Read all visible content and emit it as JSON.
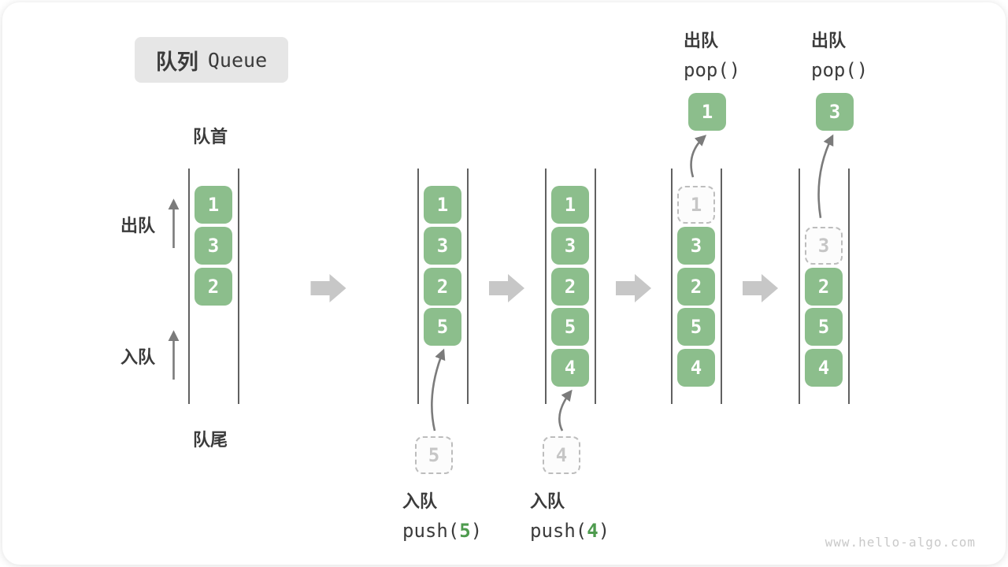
{
  "title": {
    "zh": "队列",
    "en": "Queue"
  },
  "side_labels": {
    "front": "队首",
    "rear": "队尾",
    "dequeue": "出队",
    "enqueue": "入队"
  },
  "watermark": "www.hello-algo.com",
  "colors": {
    "box_green": "#8CBE8C",
    "code_arg_green": "#4E9B4E",
    "arrow_gray": "#7B7B7B",
    "block_arrow_gray": "#C7C7C7",
    "dashed_border": "#BDBDBD",
    "dashed_text": "#C6C6C6",
    "text_dark": "#3B3B3B",
    "title_bg": "#E6E6E6",
    "wall_line": "#616161",
    "watermark_gray": "#C9C9C9"
  },
  "states": [
    {
      "cells": [
        {
          "slot": 0,
          "v": "1",
          "type": "solid"
        },
        {
          "slot": 1,
          "v": "3",
          "type": "solid"
        },
        {
          "slot": 2,
          "v": "2",
          "type": "solid"
        }
      ]
    },
    {
      "cells": [
        {
          "slot": 0,
          "v": "1",
          "type": "solid"
        },
        {
          "slot": 1,
          "v": "3",
          "type": "solid"
        },
        {
          "slot": 2,
          "v": "2",
          "type": "solid"
        },
        {
          "slot": 3,
          "v": "5",
          "type": "solid"
        }
      ],
      "enqueue": {
        "value": "5",
        "label_zh": "入队",
        "code_pre": "push(",
        "code_arg": "5",
        "code_post": ")"
      }
    },
    {
      "cells": [
        {
          "slot": 0,
          "v": "1",
          "type": "solid"
        },
        {
          "slot": 1,
          "v": "3",
          "type": "solid"
        },
        {
          "slot": 2,
          "v": "2",
          "type": "solid"
        },
        {
          "slot": 3,
          "v": "5",
          "type": "solid"
        },
        {
          "slot": 4,
          "v": "4",
          "type": "solid"
        }
      ],
      "enqueue": {
        "value": "4",
        "label_zh": "入队",
        "code_pre": "push(",
        "code_arg": "4",
        "code_post": ")"
      }
    },
    {
      "cells": [
        {
          "slot": 0,
          "v": "1",
          "type": "dashed"
        },
        {
          "slot": 1,
          "v": "3",
          "type": "solid"
        },
        {
          "slot": 2,
          "v": "2",
          "type": "solid"
        },
        {
          "slot": 3,
          "v": "5",
          "type": "solid"
        },
        {
          "slot": 4,
          "v": "4",
          "type": "solid"
        }
      ],
      "dequeue": {
        "value": "1",
        "label_zh": "出队",
        "code": "pop()"
      }
    },
    {
      "cells": [
        {
          "slot": 1,
          "v": "3",
          "type": "dashed"
        },
        {
          "slot": 2,
          "v": "2",
          "type": "solid"
        },
        {
          "slot": 3,
          "v": "5",
          "type": "solid"
        },
        {
          "slot": 4,
          "v": "4",
          "type": "solid"
        }
      ],
      "dequeue": {
        "value": "3",
        "label_zh": "出队",
        "code": "pop()"
      }
    }
  ]
}
